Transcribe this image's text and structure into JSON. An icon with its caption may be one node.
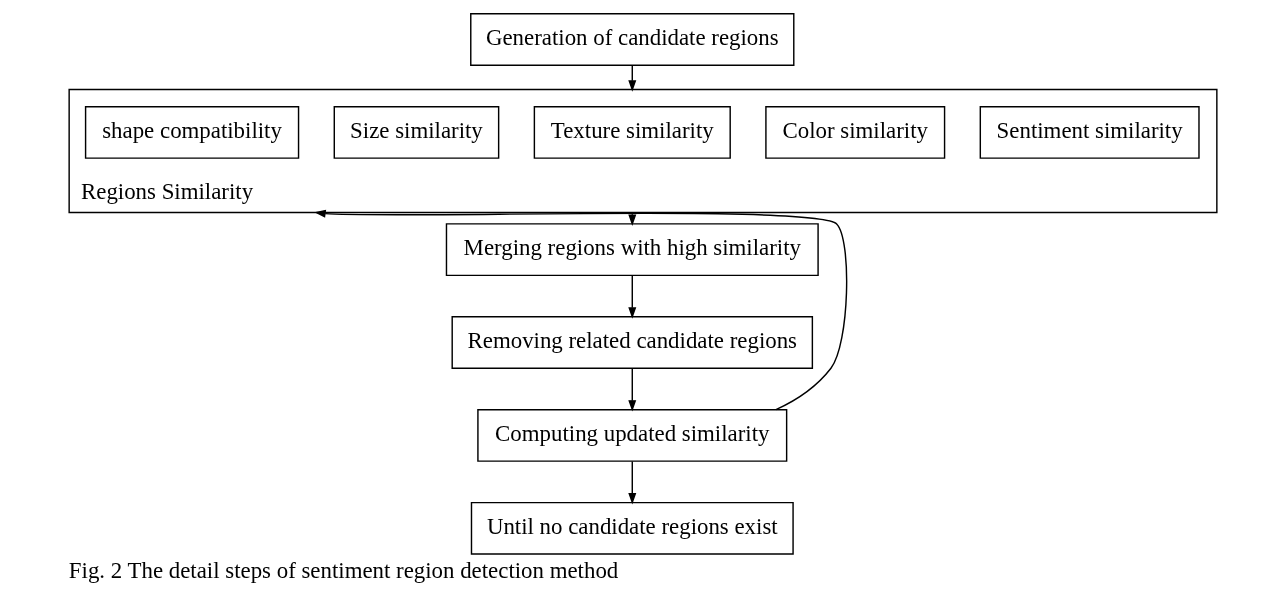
{
  "diagram": {
    "caption": "Fig. 2 The detail steps of sentiment region detection method",
    "nodes": [
      {
        "text": [
          "Generation of candidate regions"
        ]
      },
      {
        "text": [
          "Regions Similarity"
        ]
      },
      {
        "text": [
          "Sentiment similarity"
        ],
        "in": 1
      },
      {
        "text": [
          "Color similarity"
        ],
        "in": 1
      },
      {
        "text": [
          "Texture similarity"
        ],
        "in": 1
      },
      {
        "text": [
          "Size similarity"
        ],
        "in": 1
      },
      {
        "text": [
          "shape compatibility"
        ],
        "in": 1
      },
      {
        "text": [
          "Merging regions with high similarity"
        ]
      },
      {
        "text": [
          "Removing related candidate regions"
        ]
      },
      {
        "text": [
          "Computing updated similarity"
        ]
      },
      {
        "text": [
          "Until no candidate regions exist"
        ]
      }
    ],
    "edges": [
      {
        "from": 0,
        "to": 1,
        "arrow": "to"
      },
      {
        "from": 1,
        "to": 7,
        "arrow": "to"
      },
      {
        "from": 7,
        "to": 8,
        "arrow": "to"
      },
      {
        "from": 8,
        "to": 9,
        "arrow": "to"
      },
      {
        "from": 9,
        "to": 1,
        "arrow": "to"
      },
      {
        "from": 9,
        "to": 10,
        "arrow": "to"
      }
    ]
  }
}
